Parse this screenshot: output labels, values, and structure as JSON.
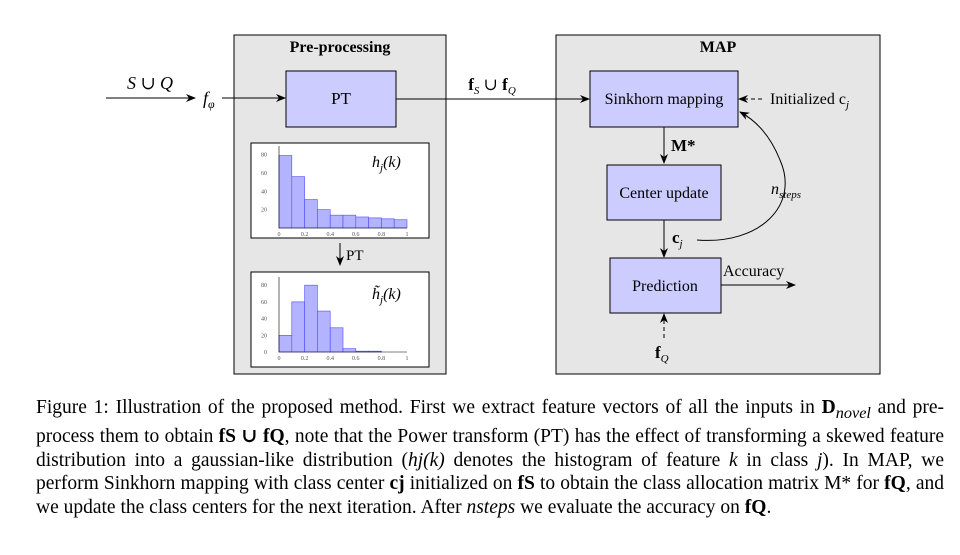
{
  "diagram": {
    "input_label": "S ∪ Q",
    "f_phi": "f",
    "f_phi_sub": "φ",
    "preprocessing_title": "Pre-processing",
    "pt_box": "PT",
    "fs_fq_label": "fS ∪ fQ",
    "map_title": "MAP",
    "sinkhorn_box": "Sinkhorn mapping",
    "initialized_label": "Initialized c",
    "initialized_sub": "j",
    "m_star_label": "M*",
    "center_update_box": "Center update",
    "nsteps_label": "n",
    "nsteps_sub": "steps",
    "cj_label": "c",
    "cj_sub": "j",
    "prediction_box": "Prediction",
    "accuracy_label": "Accuracy",
    "fq_label": "f",
    "fq_sub": "Q",
    "pt_between_label": "PT",
    "hist1_label": "h",
    "hist1_label_rest": "(k)",
    "hist2_label": "h̃",
    "hist2_label_rest": "(k)",
    "hist_label_sub": "j",
    "colors": {
      "box_fill": "#ccccff",
      "panel_fill": "#e6e6e6",
      "bar_fill": "#b3b3ff",
      "bar_stroke": "#4d4dff"
    }
  },
  "chart_data": [
    {
      "type": "bar",
      "x": [
        0.05,
        0.15,
        0.25,
        0.35,
        0.45,
        0.55,
        0.65,
        0.75,
        0.85,
        0.95
      ],
      "values": [
        79,
        56,
        31,
        20,
        14,
        14,
        12,
        11,
        10,
        9
      ],
      "xlim": [
        0,
        1
      ],
      "ylim": [
        0,
        85
      ],
      "xticks": [
        "0",
        "0.2",
        "0.4",
        "0.6",
        "0.8",
        "1"
      ],
      "yticks": [
        "20",
        "40",
        "60",
        "80"
      ],
      "title": "hj(k)"
    },
    {
      "type": "bar",
      "x": [
        0.05,
        0.15,
        0.25,
        0.35,
        0.45,
        0.55,
        0.65,
        0.75,
        0.85,
        0.95
      ],
      "values": [
        20,
        60,
        80,
        49,
        29,
        4,
        1,
        1,
        0,
        0
      ],
      "xlim": [
        0,
        1
      ],
      "ylim": [
        0,
        85
      ],
      "xticks": [
        "0",
        "0.2",
        "0.4",
        "0.6",
        "0.8",
        "1"
      ],
      "yticks": [
        "0",
        "20",
        "40",
        "60",
        "80"
      ],
      "title": "h̃j(k)"
    }
  ],
  "caption": {
    "p1": "Figure 1: Illustration of the proposed method. First we extract feature vectors of all the inputs in ",
    "d_novel": "D",
    "d_novel_sub": "novel",
    "p2": " and pre-process them to obtain ",
    "fs_fq": "fS ∪ fQ",
    "p3": ", note that the Power transform (PT) has the effect of transforming a skewed feature distribution into a gaussian-like distribution (",
    "hjk": "hj(k)",
    "p4": " denotes the histogram of feature ",
    "k": "k",
    "p5": " in class ",
    "j": "j",
    "p6": "). In MAP, we perform Sinkhorn mapping with class center ",
    "cj": "cj",
    "p7": " initialized on ",
    "fs": "fS",
    "p8": " to obtain the class allocation matrix ",
    "mstar": "M*",
    "p9": " for ",
    "fq": "fQ",
    "p10": ", and we update the class centers for the next iteration. After ",
    "nsteps": "nsteps",
    "p11": " we evaluate the accuracy on ",
    "fq2": "fQ",
    "p12": "."
  }
}
